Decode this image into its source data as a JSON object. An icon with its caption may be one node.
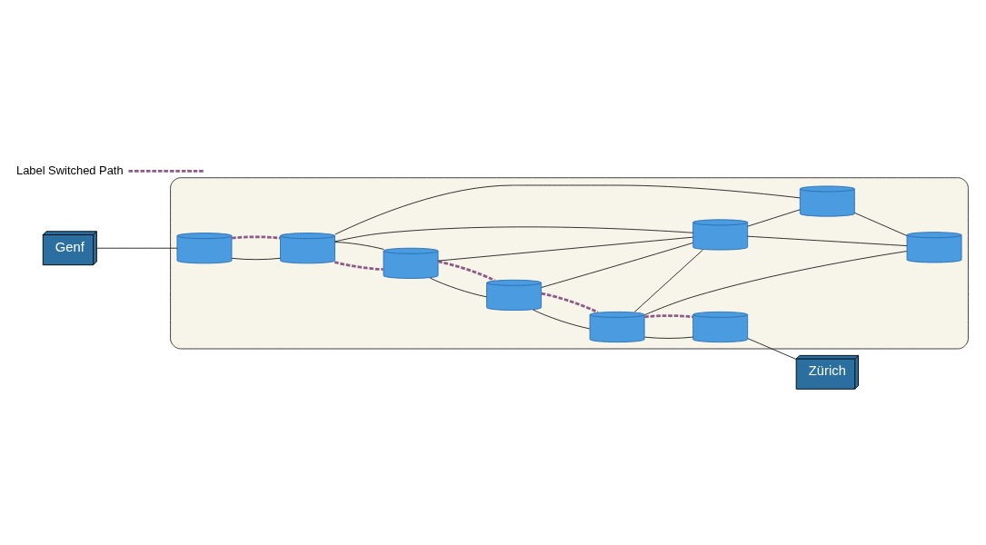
{
  "diagram": {
    "nodes": [
      {
        "text": [],
        "shape": "cloud"
      },
      {
        "text": [
          "Genf"
        ]
      },
      {
        "text": [],
        "shape": "picture",
        "in": 0
      },
      {
        "text": [],
        "shape": "picture",
        "in": 0
      },
      {
        "text": [],
        "shape": "picture",
        "in": 0
      },
      {
        "text": [],
        "shape": "picture",
        "in": 0
      },
      {
        "text": [],
        "shape": "picture",
        "in": 0
      },
      {
        "text": [],
        "shape": "picture",
        "in": 0
      },
      {
        "text": [],
        "shape": "picture",
        "in": 0
      },
      {
        "text": [],
        "shape": "picture",
        "in": 0
      },
      {
        "text": [],
        "shape": "picture",
        "in": 0
      },
      {
        "text": [
          "Zürich"
        ]
      }
    ],
    "edges": [
      {
        "from": 1,
        "to": 2,
        "arrow": "none"
      },
      {
        "from": 2,
        "to": 4,
        "arrow": "none"
      },
      {
        "from": 3,
        "to": 5,
        "arrow": "none"
      },
      {
        "from": 3,
        "to": 4,
        "arrow": "none"
      },
      {
        "from": 3,
        "to": 6,
        "arrow": "none"
      },
      {
        "from": 5,
        "to": 6,
        "arrow": "none"
      },
      {
        "from": 5,
        "to": 8,
        "arrow": "none"
      },
      {
        "from": 8,
        "to": 10,
        "arrow": "none"
      },
      {
        "from": 8,
        "to": 6,
        "arrow": "none"
      },
      {
        "from": 8,
        "to": 9,
        "arrow": "none"
      },
      {
        "from": 4,
        "to": 6,
        "arrow": "none"
      },
      {
        "from": 4,
        "to": 7,
        "arrow": "none"
      },
      {
        "from": 6,
        "to": 7,
        "arrow": "none"
      },
      {
        "from": 6,
        "to": 9,
        "arrow": "none"
      },
      {
        "from": 7,
        "to": 9,
        "arrow": "none"
      },
      {
        "from": 10,
        "to": 11,
        "arrow": "none"
      },
      {
        "from": 2,
        "to": 4,
        "arrow": "none",
        "style": "dashed",
        "color": "#8e5a87"
      },
      {
        "from": 4,
        "to": 3,
        "arrow": "none",
        "style": "dashed",
        "color": "#8e5a87"
      },
      {
        "from": 3,
        "to": 5,
        "arrow": "none",
        "style": "dashed",
        "color": "#8e5a87"
      },
      {
        "from": 5,
        "to": 8,
        "arrow": "none",
        "style": "dashed",
        "color": "#8e5a87"
      },
      {
        "from": 8,
        "to": 10,
        "arrow": "none",
        "style": "dashed",
        "color": "#8e5a87"
      }
    ],
    "legend": [
      {
        "text": "Label Switched Path"
      }
    ]
  }
}
